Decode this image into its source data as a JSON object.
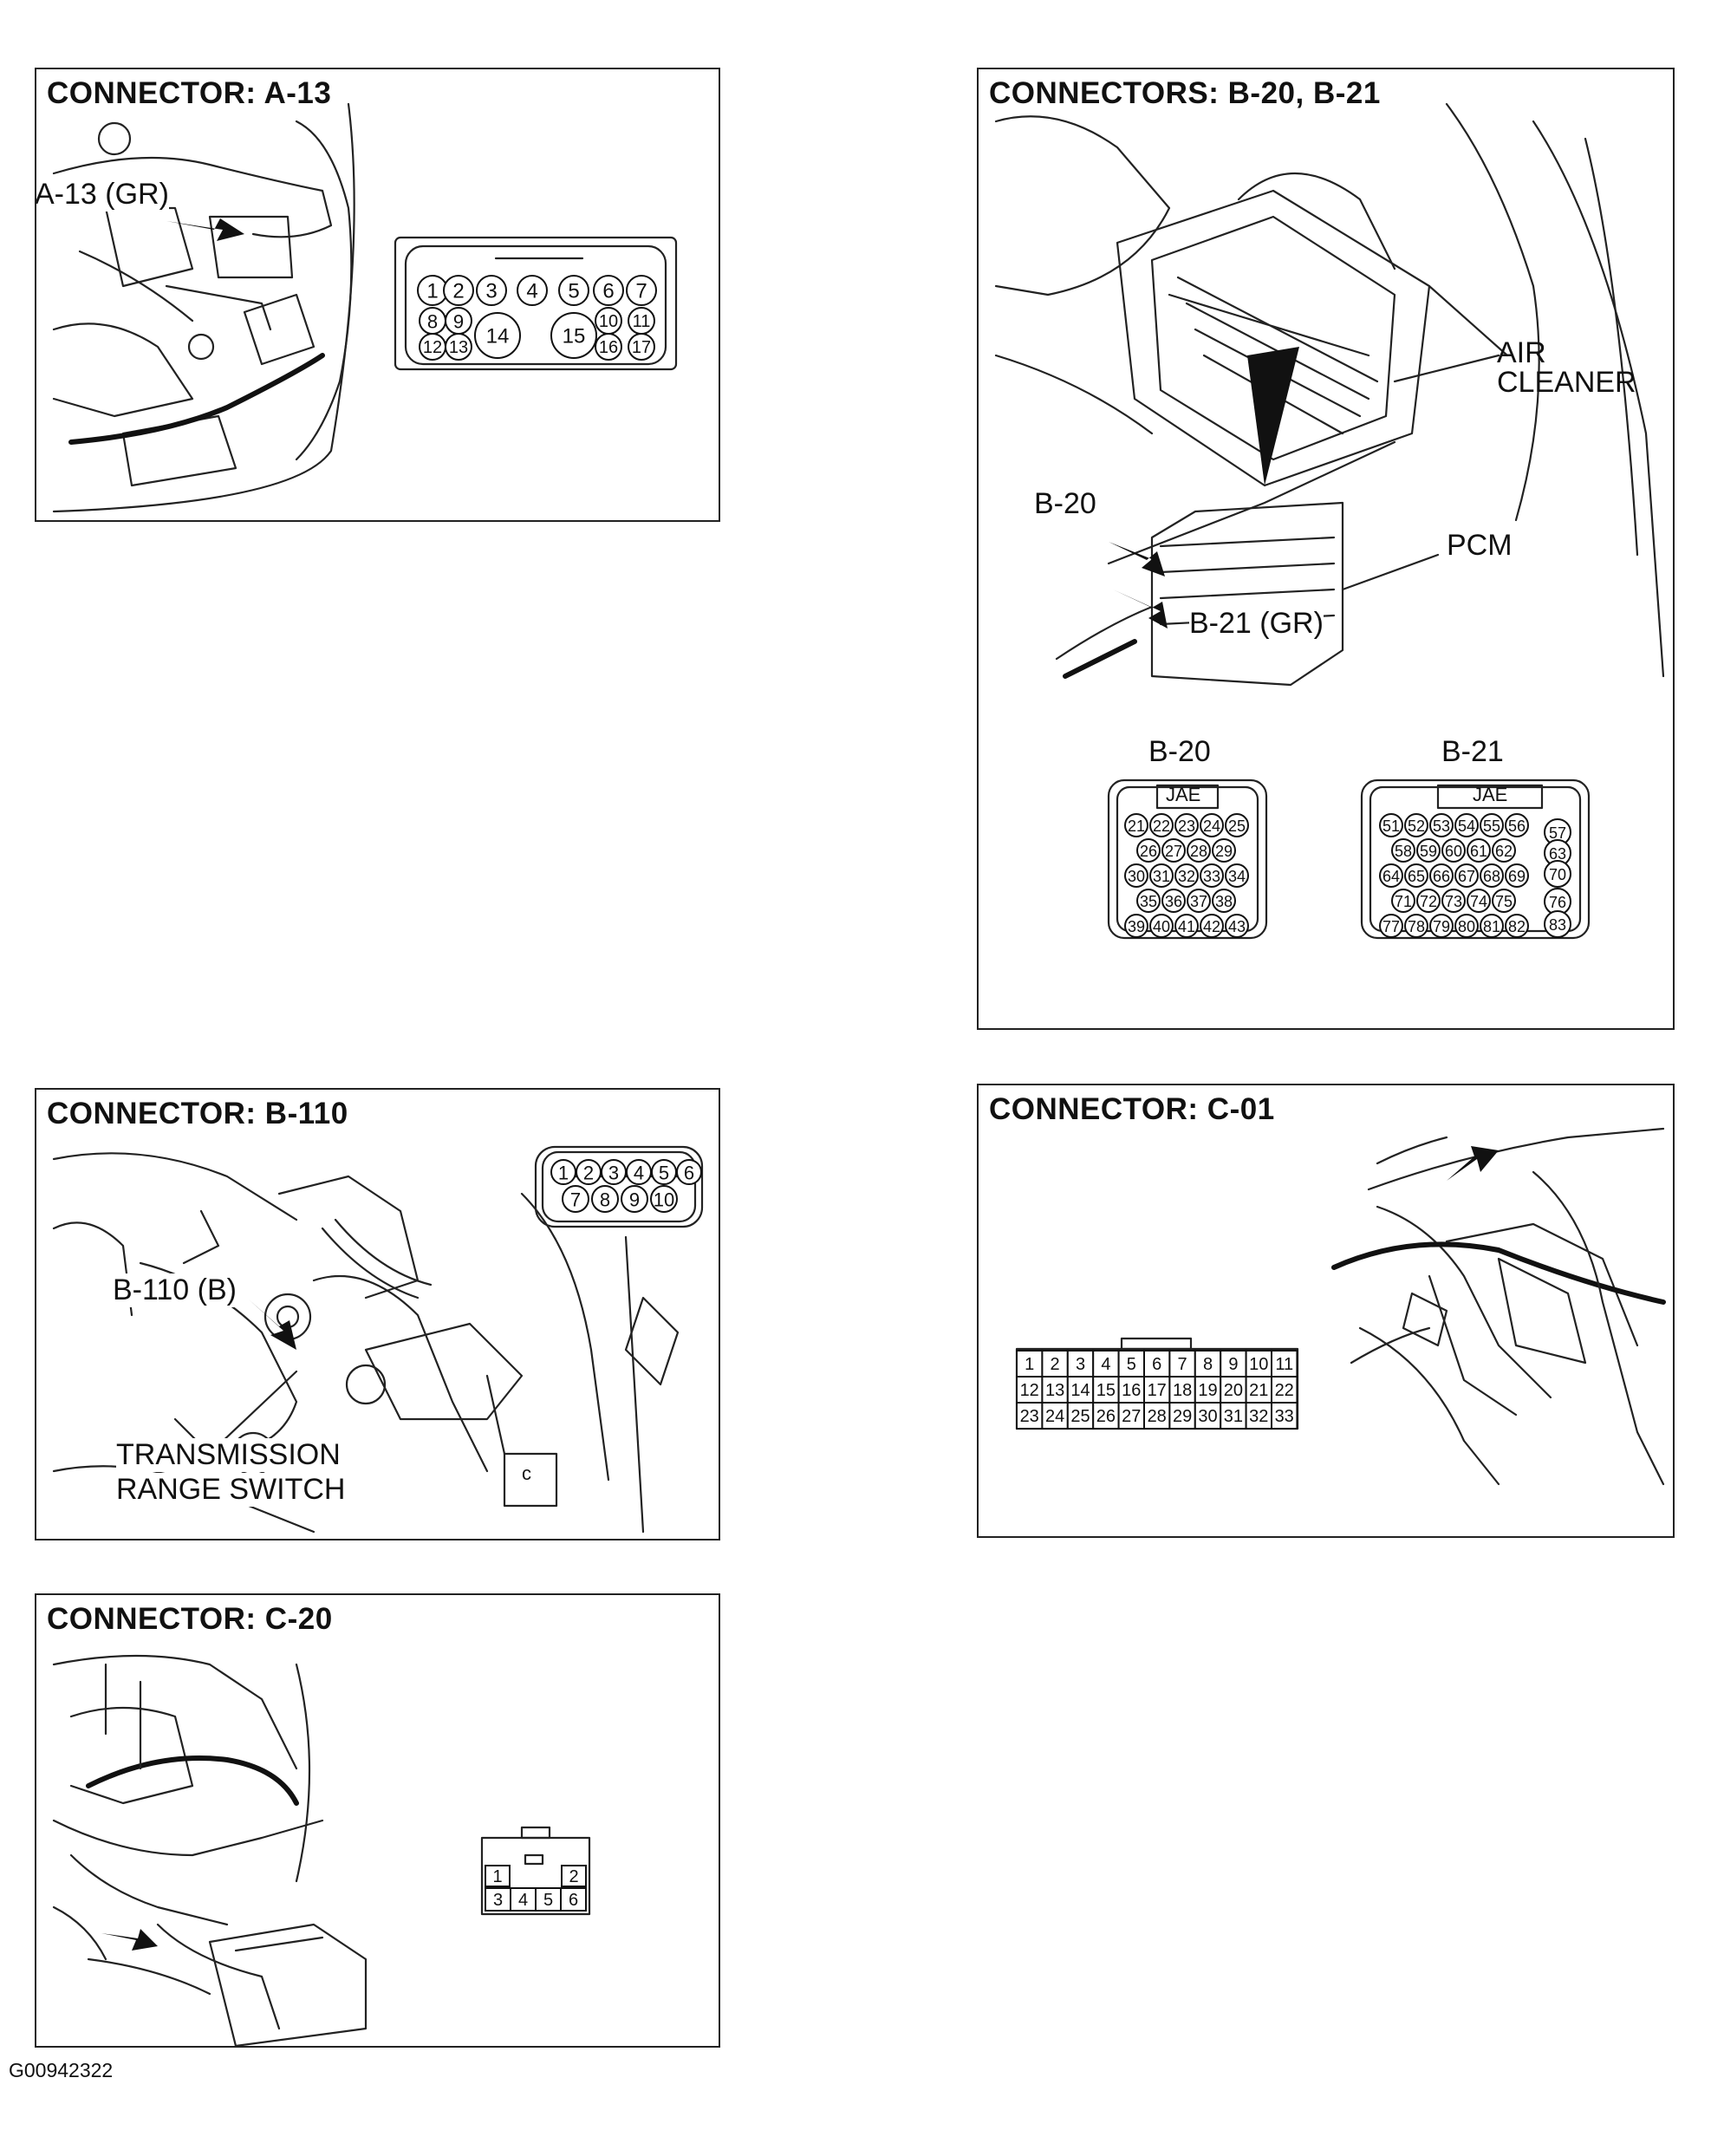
{
  "panels": {
    "a13": {
      "title": "CONNECTOR: A-13",
      "callout": "A-13 (GR)",
      "pins": [
        "1",
        "2",
        "3",
        "4",
        "5",
        "6",
        "7",
        "8",
        "9",
        "10",
        "11",
        "12",
        "13",
        "14",
        "15",
        "16",
        "17"
      ]
    },
    "b20b21": {
      "title": "CONNECTORS: B-20, B-21",
      "air_cleaner_line1": "AIR",
      "air_cleaner_line2": "CLEANER",
      "b20_callout": "B-20",
      "b21_callout": "B-21 (GR)",
      "pcm_label": "PCM",
      "b20_heading": "B-20",
      "b21_heading": "B-21",
      "jae_label": "JAE",
      "b20_rows": [
        [
          "21",
          "22",
          "23",
          "24",
          "25"
        ],
        [
          "26",
          "27",
          "28",
          "29"
        ],
        [
          "30",
          "31",
          "32",
          "33",
          "34"
        ],
        [
          "35",
          "36",
          "37",
          "38"
        ],
        [
          "39",
          "40",
          "41",
          "42",
          "43"
        ]
      ],
      "b21_rows": [
        [
          "51",
          "52",
          "53",
          "54",
          "55",
          "56"
        ],
        [
          "58",
          "59",
          "60",
          "61",
          "62"
        ],
        [
          "64",
          "65",
          "66",
          "67",
          "68",
          "69"
        ],
        [
          "71",
          "72",
          "73",
          "74",
          "75"
        ],
        [
          "77",
          "78",
          "79",
          "80",
          "81",
          "82"
        ]
      ],
      "b21_side": [
        "57",
        "63",
        "70",
        "76",
        "83"
      ]
    },
    "b110": {
      "title": "CONNECTOR: B-110",
      "callout": "B-110 (B)",
      "switch_line1": "TRANSMISSION",
      "switch_line2": "RANGE SWITCH",
      "pins_top": [
        "1",
        "2",
        "3",
        "4",
        "5",
        "6"
      ],
      "pins_bottom": [
        "7",
        "8",
        "9",
        "10"
      ],
      "misc_c": "c"
    },
    "c01": {
      "title": "CONNECTOR: C-01",
      "rows": [
        [
          "1",
          "2",
          "3",
          "4",
          "5",
          "6",
          "7",
          "8",
          "9",
          "10",
          "11"
        ],
        [
          "12",
          "13",
          "14",
          "15",
          "16",
          "17",
          "18",
          "19",
          "20",
          "21",
          "22"
        ],
        [
          "23",
          "24",
          "25",
          "26",
          "27",
          "28",
          "29",
          "30",
          "31",
          "32",
          "33"
        ]
      ]
    },
    "c20": {
      "title": "CONNECTOR: C-20",
      "pins_top": [
        "1",
        "2"
      ],
      "pins_bottom": [
        "3",
        "4",
        "5",
        "6"
      ]
    }
  },
  "footer_code": "G00942322"
}
